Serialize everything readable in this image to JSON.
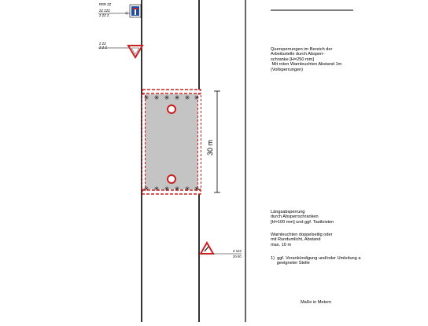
{
  "signs": {
    "top": {
      "code_line_1": "RRR ZZ",
      "code_line_2": "ZZ ZZZ",
      "code_line_3": "Z ZZ Z",
      "footnote": "1)"
    },
    "yield": {
      "code_line_1": "Z ZZ",
      "code_line_2": "Z Z Z"
    },
    "roadworks": {
      "code": "Z 123",
      "distance": "20-30"
    }
  },
  "dimension": {
    "label": "30 m"
  },
  "notes": {
    "barrier_cross": "Quersperrungen im Bereich der\nArbeitsstelle durch Absperr-\nschranke [H=250 mm]\n Mit roten Warnleuchten Abstand 1m\n(Vollsperrungen)",
    "barrier_long": "Längsabsperrung\ndurch Absperrschranken\n[H=100 mm] und ggf. Tastleisten",
    "warning_lights": "Warnleuchten doppelseitig oder\nmit Rundumlicht, Abstand\nmax. 10 m",
    "footnote": "1)  ggf. Vorankündigung und/oder Umleitung a\n     geeigneter Stelle",
    "units": "Maße in Metern"
  },
  "colors": {
    "barrier_red": "#cc1f1f",
    "work_area": "#c4c4c4",
    "sign_blue": "#1f4fa8"
  }
}
